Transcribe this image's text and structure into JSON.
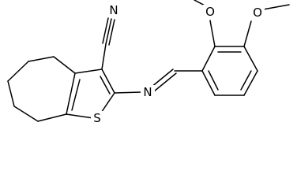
{
  "molecule": {
    "atom_labels": {
      "nitrile_n": "N",
      "imine_n": "N",
      "thiophene_s": "S",
      "methoxy_o_upper": "O",
      "methoxy_o_right": "O"
    },
    "colors": {
      "bond": "#000000",
      "text": "#000000",
      "background": "#ffffff"
    }
  }
}
